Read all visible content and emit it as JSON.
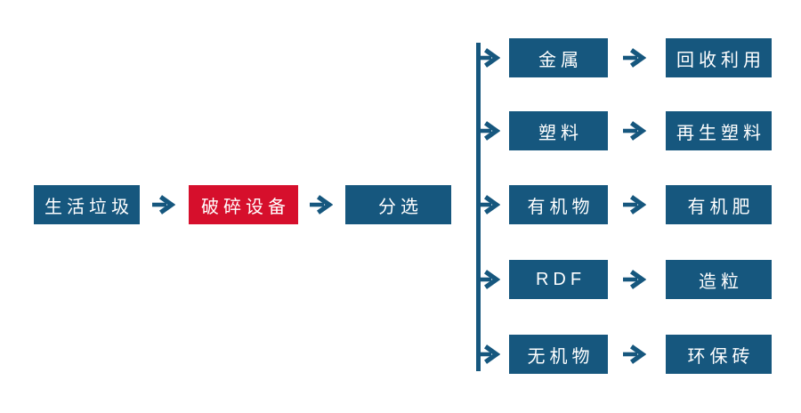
{
  "diagram": {
    "type": "flowchart",
    "background": "#FFFFFF",
    "colors": {
      "box_blue": "#16577E",
      "box_red": "#D60F2C",
      "arrow_blue": "#16577E",
      "text_white": "#FFFFFF"
    },
    "main_flow": {
      "source_label": "生活垃圾",
      "crusher_label": "破碎设备",
      "sorting_label": "分选"
    },
    "branches": [
      {
        "material": "金属",
        "output": "回收利用"
      },
      {
        "material": "塑料",
        "output": "再生塑料"
      },
      {
        "material": "有机物",
        "output": "有机肥"
      },
      {
        "material": "RDF",
        "output": "造粒"
      },
      {
        "material": "无机物",
        "output": "环保砖"
      }
    ]
  }
}
